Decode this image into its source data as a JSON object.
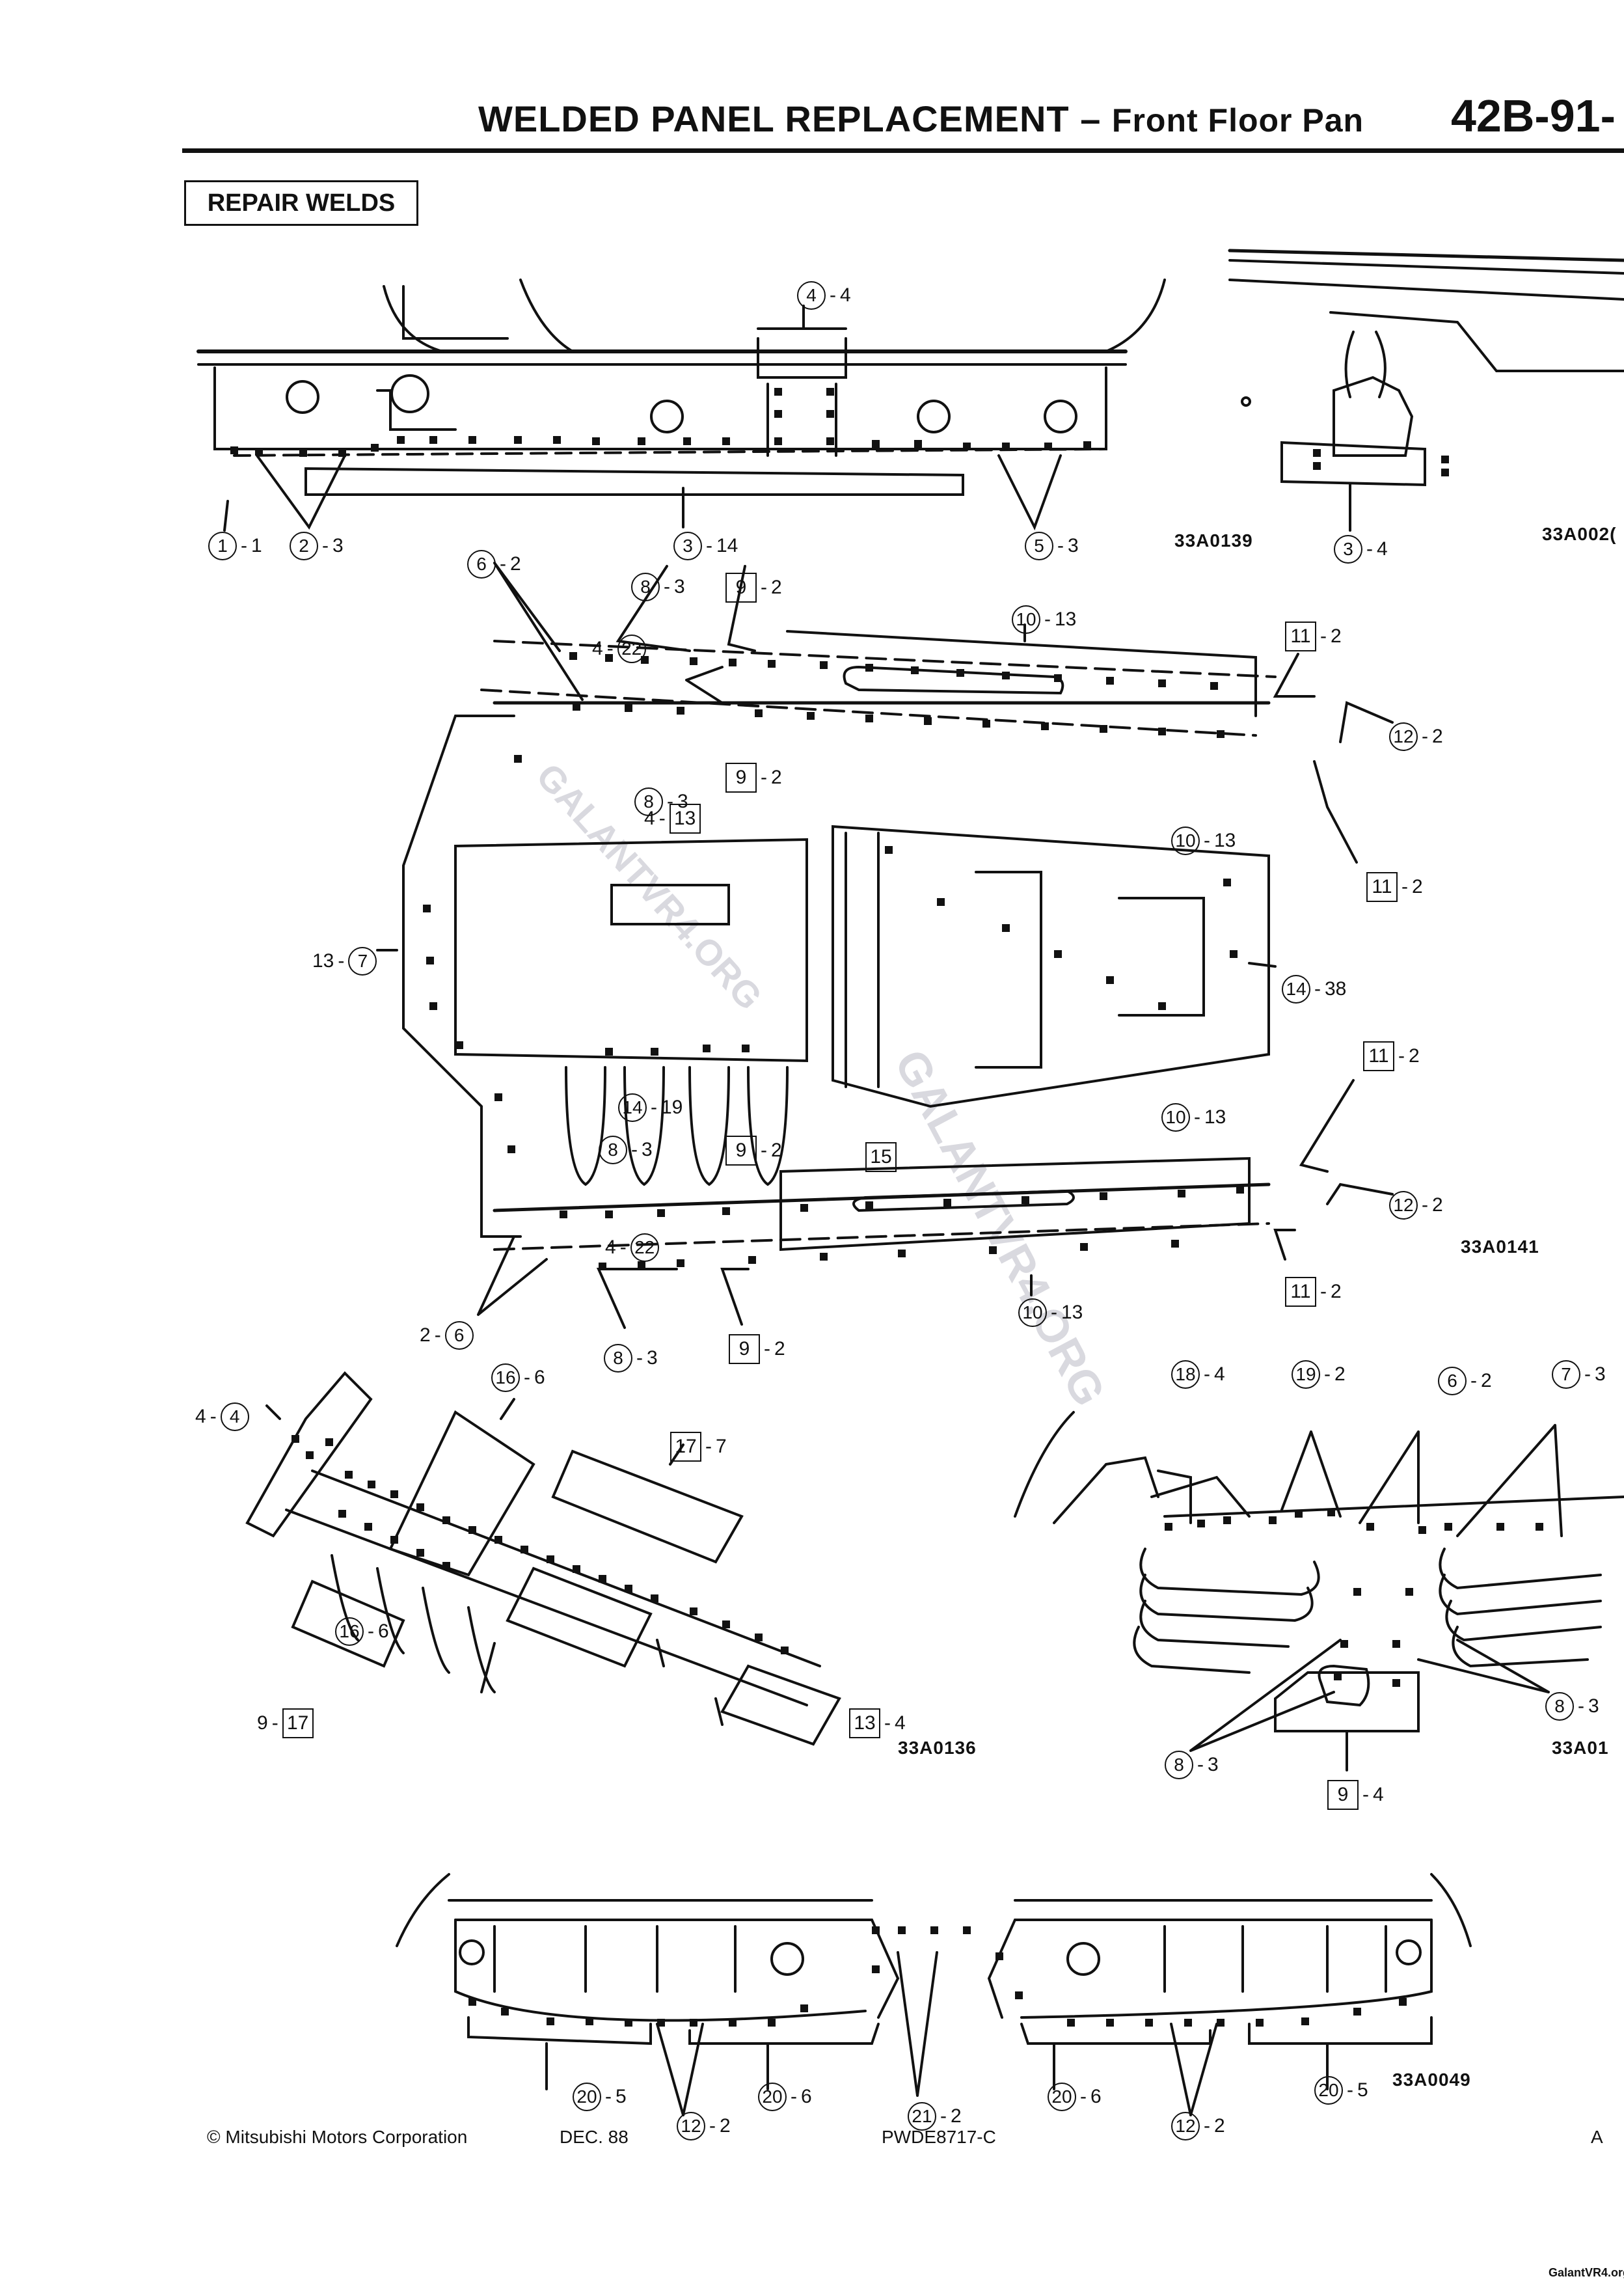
{
  "header": {
    "title": "WELDED PANEL REPLACEMENT",
    "separator": "–",
    "subtitle": "Front Floor Pan",
    "page_number": "42B-91-"
  },
  "section": {
    "label": "REPAIR WELDS"
  },
  "figures": [
    {
      "code": "33A0139",
      "callouts": [
        {
          "ref": "1",
          "style": "circle",
          "count": "1"
        },
        {
          "ref": "2",
          "style": "circle",
          "count": "3"
        },
        {
          "ref": "3",
          "style": "circle",
          "count": "14"
        },
        {
          "ref": "4",
          "style": "circle",
          "count": "4"
        },
        {
          "ref": "5",
          "style": "circle",
          "count": "3"
        }
      ]
    },
    {
      "code": "33A002(",
      "callouts": [
        {
          "ref": "3",
          "style": "circle",
          "count": "4"
        }
      ]
    },
    {
      "code": "33A0141",
      "callouts": [
        {
          "ref": "6",
          "style": "circle",
          "count": "2"
        },
        {
          "ref": "8",
          "style": "circle",
          "count": "3"
        },
        {
          "ref": "9",
          "style": "box",
          "count": "2"
        },
        {
          "ref": "10",
          "style": "circle",
          "count": "13"
        },
        {
          "ref": "11",
          "style": "box",
          "count": "2"
        },
        {
          "ref": "22",
          "style": "circle",
          "count": "4",
          "prefix": true
        },
        {
          "ref": "12",
          "style": "circle",
          "count": "2"
        },
        {
          "ref": "9",
          "style": "box",
          "count": "2"
        },
        {
          "ref": "8",
          "style": "circle",
          "count": "3"
        },
        {
          "ref": "13",
          "style": "box",
          "count": "4",
          "prefix": true
        },
        {
          "ref": "10",
          "style": "circle",
          "count": "13"
        },
        {
          "ref": "11",
          "style": "box",
          "count": "2"
        },
        {
          "ref": "7",
          "style": "circle",
          "count": "13",
          "prefix": true
        },
        {
          "ref": "14",
          "style": "circle",
          "count": "38"
        },
        {
          "ref": "11",
          "style": "box",
          "count": "2"
        },
        {
          "ref": "14",
          "style": "circle",
          "count": "19"
        },
        {
          "ref": "10",
          "style": "circle",
          "count": "13"
        },
        {
          "ref": "8",
          "style": "circle",
          "count": "3"
        },
        {
          "ref": "9",
          "style": "box",
          "count": "2"
        },
        {
          "ref": "15",
          "style": "box",
          "count": ""
        },
        {
          "ref": "12",
          "style": "circle",
          "count": "2"
        },
        {
          "ref": "22",
          "style": "circle",
          "count": "4",
          "prefix": true
        },
        {
          "ref": "6",
          "style": "circle",
          "count": "2",
          "prefix": true
        },
        {
          "ref": "10",
          "style": "circle",
          "count": "13"
        },
        {
          "ref": "11",
          "style": "box",
          "count": "2"
        },
        {
          "ref": "8",
          "style": "circle",
          "count": "3"
        },
        {
          "ref": "9",
          "style": "box",
          "count": "2"
        }
      ]
    },
    {
      "code": "33A0136",
      "callouts": [
        {
          "ref": "16",
          "style": "circle",
          "count": "6"
        },
        {
          "ref": "4",
          "style": "circle",
          "count": "4",
          "prefix": true
        },
        {
          "ref": "17",
          "style": "box",
          "count": "7"
        },
        {
          "ref": "16",
          "style": "circle",
          "count": "6"
        },
        {
          "ref": "17",
          "style": "box",
          "count": "9",
          "prefix": true
        },
        {
          "ref": "13",
          "style": "box",
          "count": "4"
        }
      ]
    },
    {
      "code": "33A01",
      "callouts": [
        {
          "ref": "18",
          "style": "circle",
          "count": "4"
        },
        {
          "ref": "19",
          "style": "circle",
          "count": "2"
        },
        {
          "ref": "6",
          "style": "circle",
          "count": "2"
        },
        {
          "ref": "7",
          "style": "circle",
          "count": "3"
        },
        {
          "ref": "8",
          "style": "circle",
          "count": "3"
        },
        {
          "ref": "8",
          "style": "circle",
          "count": "3"
        },
        {
          "ref": "9",
          "style": "box",
          "count": "4"
        }
      ]
    },
    {
      "code": "33A0049",
      "callouts": [
        {
          "ref": "20",
          "style": "circle",
          "count": "5"
        },
        {
          "ref": "12",
          "style": "circle",
          "count": "2"
        },
        {
          "ref": "20",
          "style": "circle",
          "count": "6"
        },
        {
          "ref": "21",
          "style": "circle",
          "count": "2"
        },
        {
          "ref": "20",
          "style": "circle",
          "count": "6"
        },
        {
          "ref": "12",
          "style": "circle",
          "count": "2"
        },
        {
          "ref": "20",
          "style": "circle",
          "count": "5"
        }
      ]
    }
  ],
  "footer": {
    "copyright": "© Mitsubishi Motors Corporation",
    "date": "DEC. 88",
    "doc_code": "PWDE8717-C",
    "corner": "A",
    "site": "GalantVR4.org"
  },
  "watermark": {
    "text": "GALANTVR4.ORG"
  },
  "colors": {
    "ink": "#111111",
    "paper": "#ffffff",
    "watermark": "#8a8aa0"
  }
}
